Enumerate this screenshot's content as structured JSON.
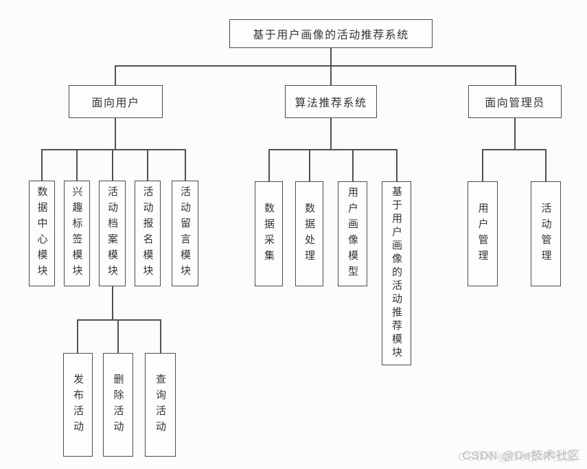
{
  "diagram": {
    "root": {
      "label": "基于用户画像的活动推荐系统"
    },
    "branches": [
      {
        "label": "面向用户",
        "children": [
          "数据中心模块",
          "兴趣标签模块",
          "活动档案模块",
          "活动报名模块",
          "活动留言模块"
        ]
      },
      {
        "label": "算法推荐系统",
        "children": [
          "数据采集",
          "数据处理",
          "用户画像模型",
          "基于用户画像的活动推荐模块"
        ]
      },
      {
        "label": "面向管理员",
        "children": [
          "用户管理",
          "活动管理"
        ]
      }
    ],
    "sub_children": {
      "parent": "活动档案模块",
      "items": [
        "发布活动",
        "删除活动",
        "查询活动"
      ]
    }
  },
  "watermark": {
    "text": "CSDN @De技术社区"
  },
  "colors": {
    "background": "#fcfcfc",
    "line": "#4f4f4f",
    "box_border": "#4a4a4a",
    "text": "#333333",
    "watermark": "#bfbebe"
  }
}
